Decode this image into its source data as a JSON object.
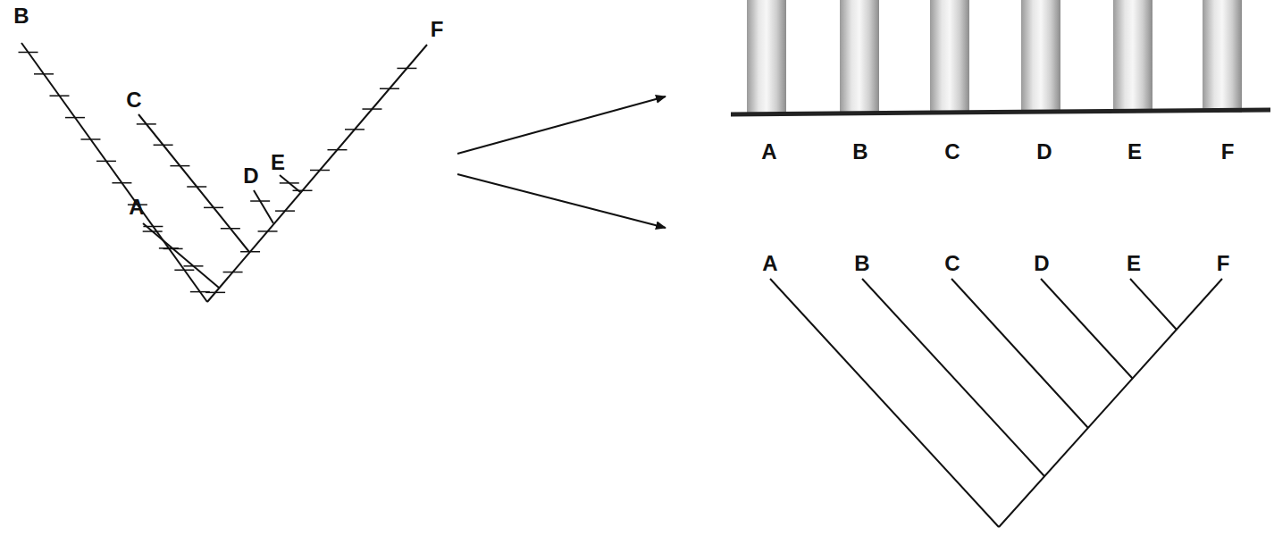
{
  "diagram": {
    "labels": [
      "B",
      "F",
      "C",
      "E",
      "D",
      "A",
      "A",
      "B",
      "C",
      "D",
      "E",
      "F",
      "A",
      "B",
      "C",
      "D",
      "E",
      "F"
    ]
  }
}
